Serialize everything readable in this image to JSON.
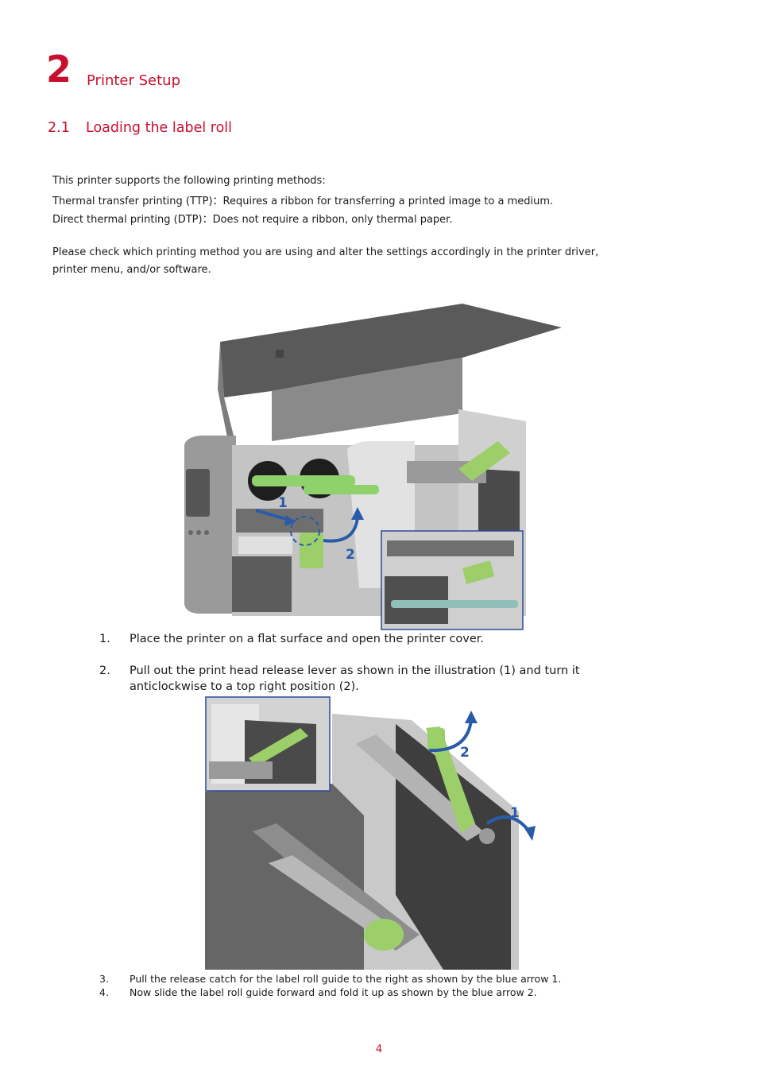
{
  "chapter": {
    "number": "2",
    "title": "Printer Setup"
  },
  "section": {
    "number": "2.1",
    "title": "Loading the label roll"
  },
  "intro": {
    "lines": [
      "This printer supports the following printing methods:",
      "Thermal transfer printing (TTP)：Requires a ribbon for transferring a printed image to a medium.",
      "Direct thermal printing (DTP)：Does not require a ribbon, only thermal paper."
    ],
    "note_lines": [
      "Please check which printing method you are using and alter the settings accordingly in the printer driver,",
      "printer menu, and/or software."
    ]
  },
  "figure1": {
    "callouts": [
      "1",
      "2"
    ]
  },
  "steps_a": [
    {
      "num": "1.",
      "lines": [
        "Place the printer on a flat surface and open the printer cover."
      ]
    },
    {
      "num": "2.",
      "lines": [
        "Pull out the print head release lever as shown in the illustration (1) and turn it",
        "anticlockwise to a top right position (2)."
      ]
    }
  ],
  "figure2": {
    "callouts": [
      "2",
      "1"
    ]
  },
  "steps_b": [
    {
      "num": "3.",
      "text": "Pull the release catch for the label roll guide to the right as shown by the blue arrow 1."
    },
    {
      "num": "4.",
      "text": "Now slide the label roll guide forward and fold it up as shown by the blue arrow 2."
    }
  ],
  "page_number": "4",
  "colors": {
    "accent": "#c8102e",
    "arrow_blue": "#2a5ba8",
    "part_green": "#9ccf6a"
  }
}
